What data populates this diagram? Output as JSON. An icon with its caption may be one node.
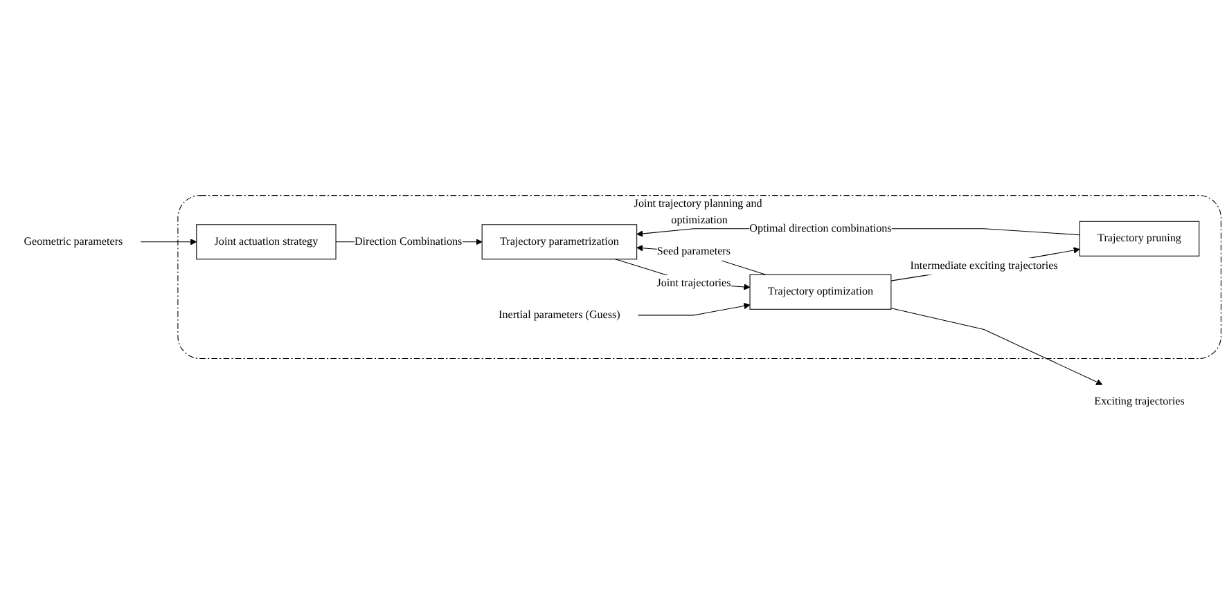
{
  "diagram": {
    "nodes": [
      {
        "text": [
          "Joint trajectory planning and optimization"
        ]
      },
      {
        "text": [
          "Geometric parameters"
        ]
      },
      {
        "text": [
          "Joint actuation strategy"
        ],
        "in": 0
      },
      {
        "text": [
          "Inertial parameters (Guess)"
        ],
        "in": 0
      },
      {
        "text": [
          "Trajectory parametrization"
        ],
        "in": 0
      },
      {
        "text": [
          "Trajectory optimization"
        ],
        "in": 0
      },
      {
        "text": [
          "Exciting trajectories"
        ]
      },
      {
        "text": [
          "Trajectory pruning"
        ],
        "in": 0
      }
    ],
    "edges": [
      {
        "from": 1,
        "to": 2,
        "arrow": "to"
      },
      {
        "from": 2,
        "to": 4,
        "arrow": "to",
        "label": "Direction Combinations"
      },
      {
        "from": 3,
        "to": 5,
        "arrow": "to"
      },
      {
        "from": 4,
        "to": 5,
        "arrow": "to",
        "label": "Joint trajectories"
      },
      {
        "from": 5,
        "to": 6,
        "arrow": "to"
      },
      {
        "from": 5,
        "to": 7,
        "arrow": "to",
        "label": "Intermediate exciting trajectories"
      },
      {
        "from": 5,
        "to": 4,
        "arrow": "to",
        "label": "Seed parameters"
      },
      {
        "from": 7,
        "to": 4,
        "arrow": "to",
        "label": "Optimal direction combinations"
      }
    ]
  }
}
